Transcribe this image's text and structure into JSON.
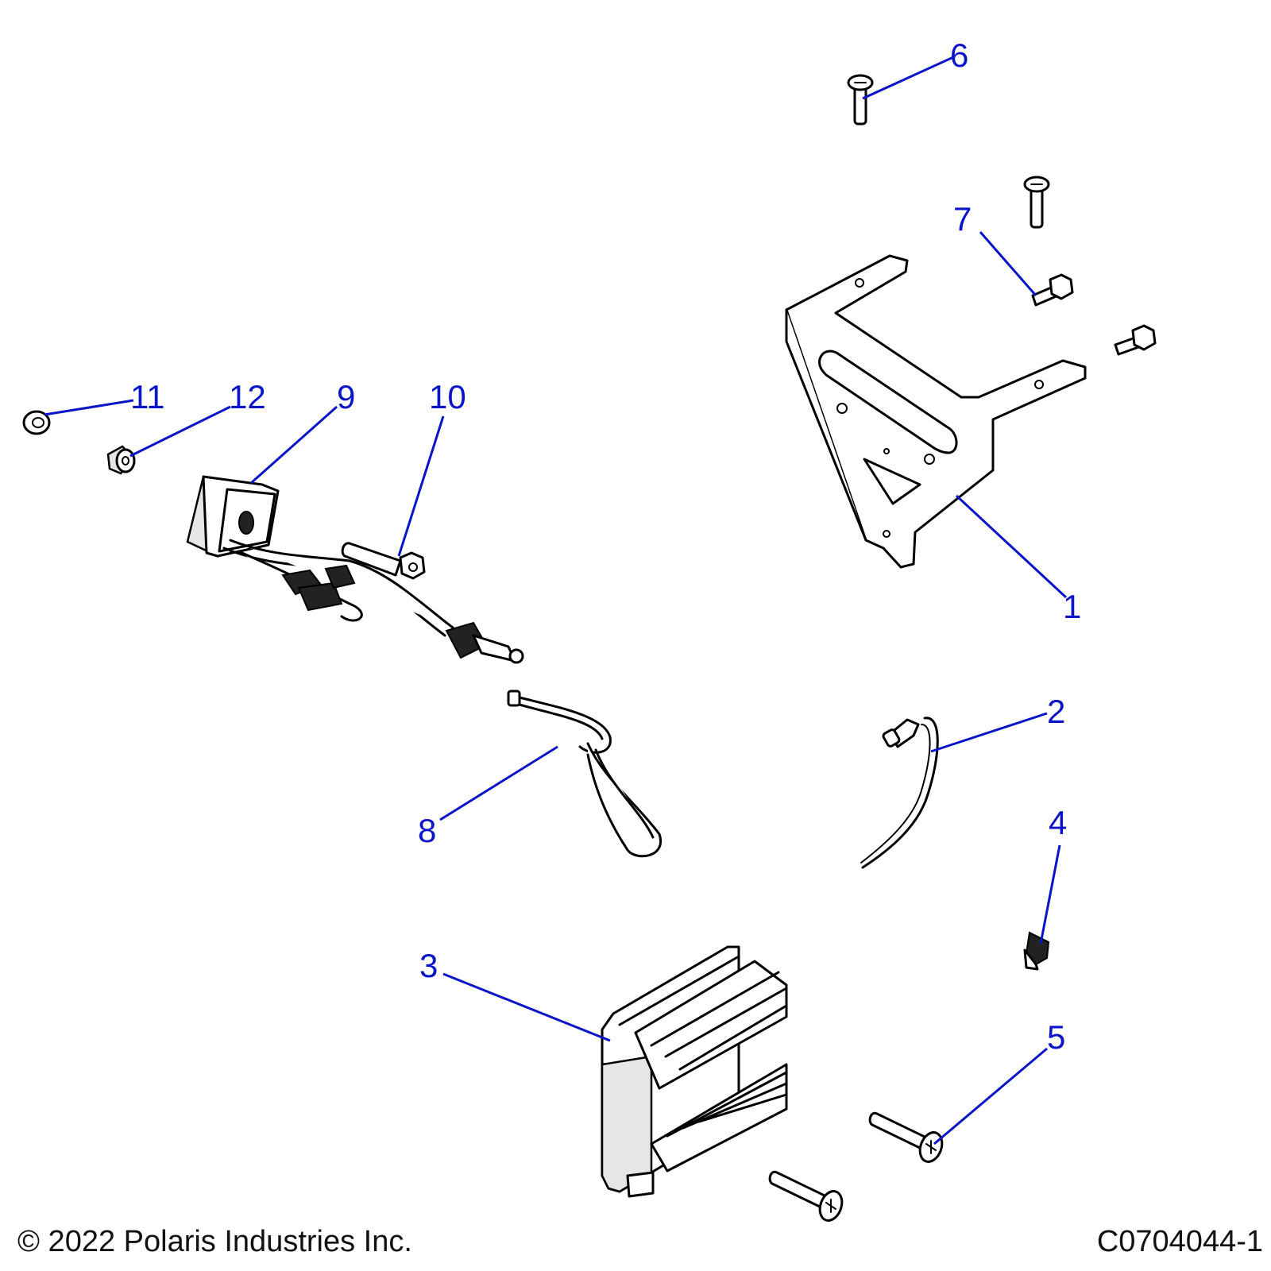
{
  "colors": {
    "callout": "#0a14c8",
    "line": "#000000",
    "background": "#ffffff"
  },
  "callouts": [
    {
      "label": "1"
    },
    {
      "label": "2"
    },
    {
      "label": "3"
    },
    {
      "label": "4"
    },
    {
      "label": "5"
    },
    {
      "label": "6"
    },
    {
      "label": "7"
    },
    {
      "label": "8"
    },
    {
      "label": "9"
    },
    {
      "label": "10"
    },
    {
      "label": "11"
    },
    {
      "label": "12"
    }
  ],
  "footer": {
    "copyright": "© 2022 Polaris Industries Inc.",
    "drawing_id": "C0704044-1"
  }
}
